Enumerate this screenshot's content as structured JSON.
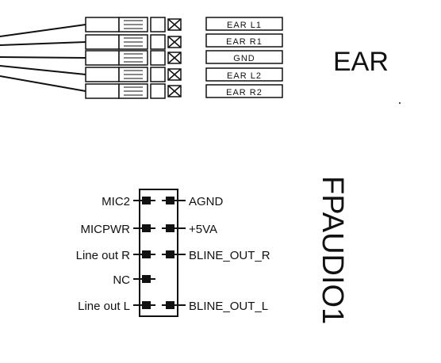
{
  "ear": {
    "title": "EAR",
    "wire_labels": [
      "EAR L1",
      "EAR R1",
      "GND",
      "EAR L2",
      "EAR R2"
    ]
  },
  "fpaudio": {
    "title": "FPAUDIO1",
    "left_labels": [
      "MIC2",
      "MICPWR",
      "Line out R",
      "NC",
      "Line out L"
    ],
    "right_labels": [
      "AGND",
      "+5VA",
      "BLINE_OUT_R",
      "",
      "BLINE_OUT_L"
    ]
  },
  "colors": {
    "ink": "#111111",
    "background": "#ffffff"
  }
}
